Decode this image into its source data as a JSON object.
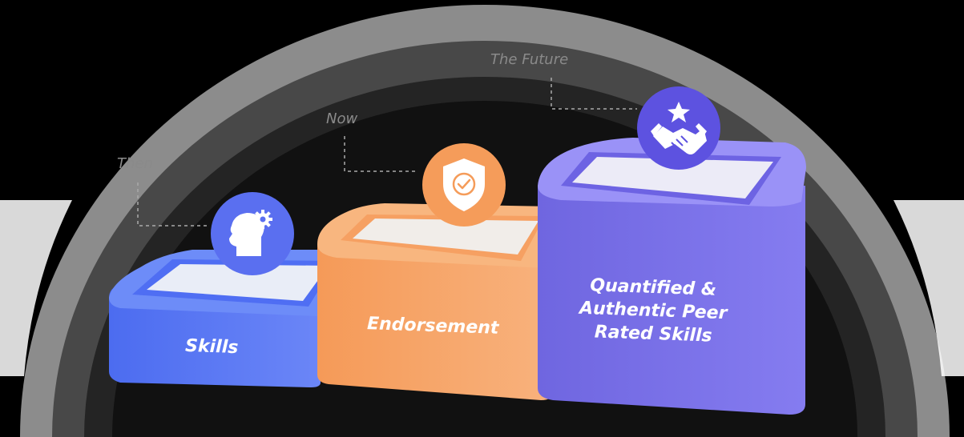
{
  "stages": [
    {
      "era": "Then",
      "title_lines": [
        "Skills"
      ],
      "icon": "head-gear-icon",
      "color": "#5b7cf5"
    },
    {
      "era": "Now",
      "title_lines": [
        "Endorsement"
      ],
      "icon": "shield-check-icon",
      "color": "#f7a86b"
    },
    {
      "era": "The Future",
      "title_lines": [
        "Quantified &",
        "Authentic Peer",
        "Rated Skills"
      ],
      "icon": "handshake-star-icon",
      "color": "#7b72e6"
    }
  ],
  "colors": {
    "background": "#000000",
    "arc_outer": "#8a8a8a",
    "arc_middle": "#4a4a4a",
    "arc_inner": "#2a2a2a",
    "connector": "#aaaaaa",
    "label": "#8a8a8a"
  }
}
